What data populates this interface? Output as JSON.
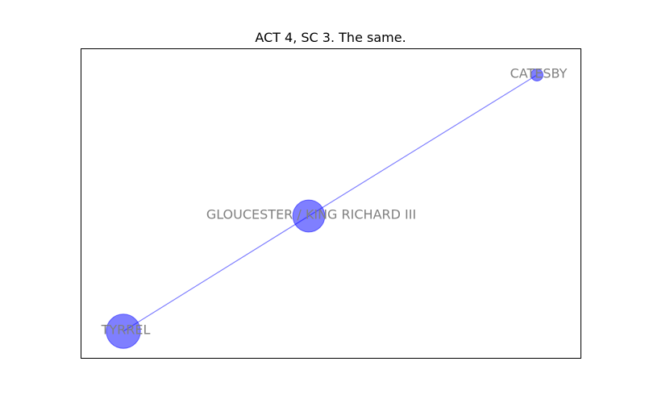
{
  "title": "ACT 4, SC 3. The same.",
  "graph": {
    "node_color": "#0000ff",
    "edge_color": "#0000ff",
    "label_color": "#808080",
    "nodes": [
      {
        "id": "catesby",
        "label": "CATESBY",
        "weight": 1
      },
      {
        "id": "gloucester",
        "label": "GLOUCESTER / KING RICHARD III",
        "weight": 7
      },
      {
        "id": "tyrrel",
        "label": "TYRREL",
        "weight": 8
      }
    ],
    "edges": [
      {
        "source": "tyrrel",
        "target": "gloucester"
      },
      {
        "source": "gloucester",
        "target": "catesby"
      }
    ]
  }
}
